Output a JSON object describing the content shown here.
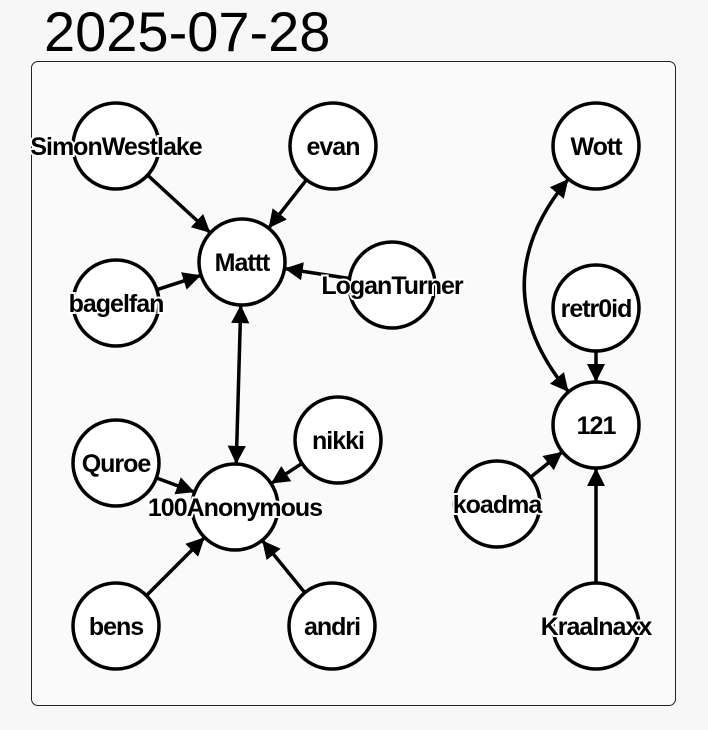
{
  "diagram": {
    "title": "2025-07-28",
    "nodes": [
      {
        "id": "SimonWestlake",
        "label": "SimonWestlake"
      },
      {
        "id": "evan",
        "label": "evan"
      },
      {
        "id": "Matt",
        "label": "Mattt"
      },
      {
        "id": "bagelfan",
        "label": "bagelfan"
      },
      {
        "id": "LoganTurner",
        "label": "LoganTurner"
      },
      {
        "id": "Quroe",
        "label": "Quroe"
      },
      {
        "id": "nikki",
        "label": "nikki"
      },
      {
        "id": "100Anonymous",
        "label": "100Anonymous"
      },
      {
        "id": "bens",
        "label": "bens"
      },
      {
        "id": "andri",
        "label": "andri"
      },
      {
        "id": "Wott",
        "label": "Wott"
      },
      {
        "id": "retr0id",
        "label": "retr0id"
      },
      {
        "id": "121",
        "label": "121"
      },
      {
        "id": "koadma",
        "label": "koadma"
      },
      {
        "id": "Kraalnaxx",
        "label": "Kraalnaxx"
      }
    ],
    "edges": [
      {
        "from": "SimonWestlake",
        "to": "Matt",
        "bidirectional": false
      },
      {
        "from": "evan",
        "to": "Matt",
        "bidirectional": false
      },
      {
        "from": "bagelfan",
        "to": "Matt",
        "bidirectional": false
      },
      {
        "from": "LoganTurner",
        "to": "Matt",
        "bidirectional": false
      },
      {
        "from": "Matt",
        "to": "100Anonymous",
        "bidirectional": true
      },
      {
        "from": "Quroe",
        "to": "100Anonymous",
        "bidirectional": false
      },
      {
        "from": "nikki",
        "to": "100Anonymous",
        "bidirectional": false
      },
      {
        "from": "bens",
        "to": "100Anonymous",
        "bidirectional": false
      },
      {
        "from": "andri",
        "to": "100Anonymous",
        "bidirectional": false
      },
      {
        "from": "Wott",
        "to": "121",
        "bidirectional": true
      },
      {
        "from": "retr0id",
        "to": "121",
        "bidirectional": false
      },
      {
        "from": "koadma",
        "to": "121",
        "bidirectional": false
      },
      {
        "from": "Kraalnaxx",
        "to": "121",
        "bidirectional": false
      }
    ]
  }
}
